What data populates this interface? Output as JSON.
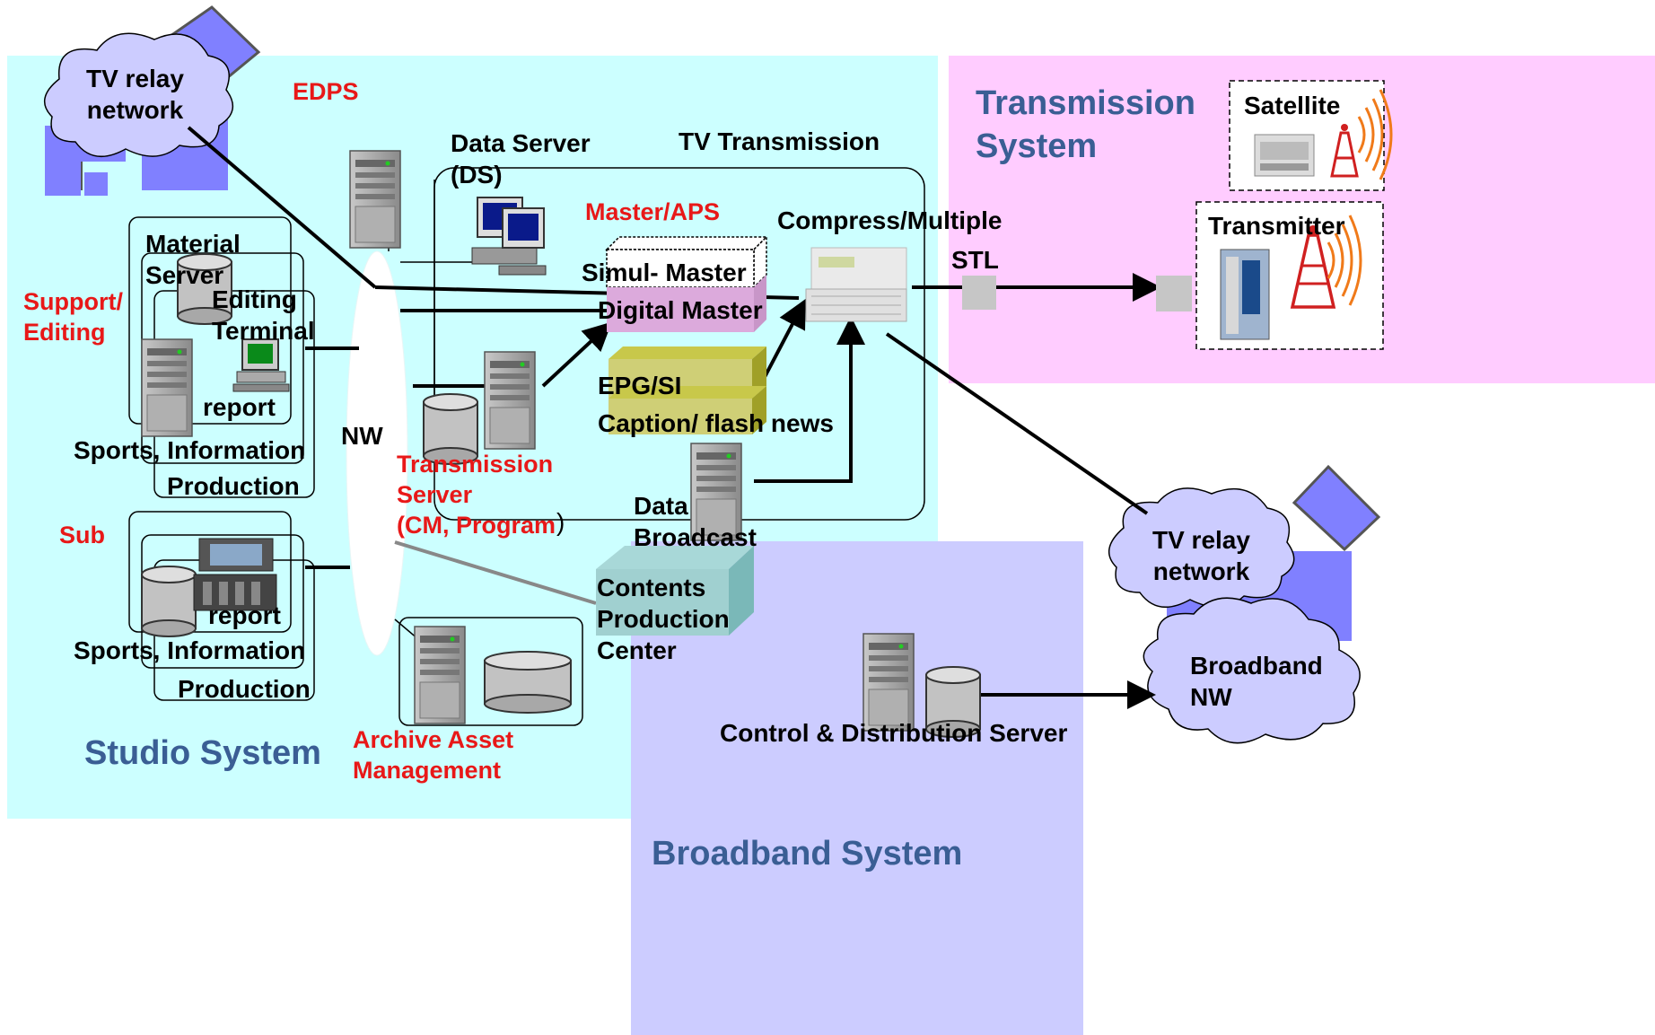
{
  "systems": {
    "studio": "Studio System",
    "transmission": "Transmission\nSystem",
    "broadband": "Broadband System"
  },
  "labels": {
    "tv_relay_left": "TV relay\nnetwork",
    "tv_relay_right": "TV relay\nnetwork",
    "broadband_nw": "Broadband\nNW",
    "edps": "EDPS",
    "data_server": "Data Server\n(DS)",
    "tv_transmission": "TV Transmission",
    "master_aps": "Master/APS",
    "compress": "Compress/Multiple",
    "stl": "STL",
    "satellite": "Satellite",
    "transmitter": "Transmitter",
    "material_server": "Material\nServer",
    "editing_terminal": "Editing\nTerminal",
    "support_editing": "Support/\nEditing",
    "report_1": "report",
    "sports_info_1": "Sports, Information",
    "production_1": "Production",
    "nw": "NW",
    "simul_master": "Simul- Master",
    "digital_master": "Digital Master",
    "epg_si": "EPG/SI",
    "caption": "Caption/ flash news",
    "transmission_server": "Transmission\nServer\n(CM, Program",
    "transmission_server_paren": ")",
    "data_broadcast": "Data\nBroadcast",
    "sub": "Sub",
    "report_2": "report",
    "sports_info_2": "Sports, Information",
    "production_2": "Production",
    "contents_center": "Contents\nProduction\nCenter",
    "control_server": "Control & Distribution Server",
    "archive": "Archive Asset\nManagement"
  },
  "colors": {
    "studio_bg": "#ccffff",
    "transmission_bg": "#ffccff",
    "broadband_bg": "#ccccff",
    "cloud": "#ccccff",
    "accent_red": "#e81818",
    "system_title": "#3a5e94"
  },
  "icons": {
    "cloud": "cloud-icon",
    "server": "server-tower-icon",
    "database": "database-cylinder-icon",
    "tower": "broadcast-tower-icon",
    "monitor": "desktop-monitor-icon",
    "mixer": "video-mixer-icon"
  }
}
